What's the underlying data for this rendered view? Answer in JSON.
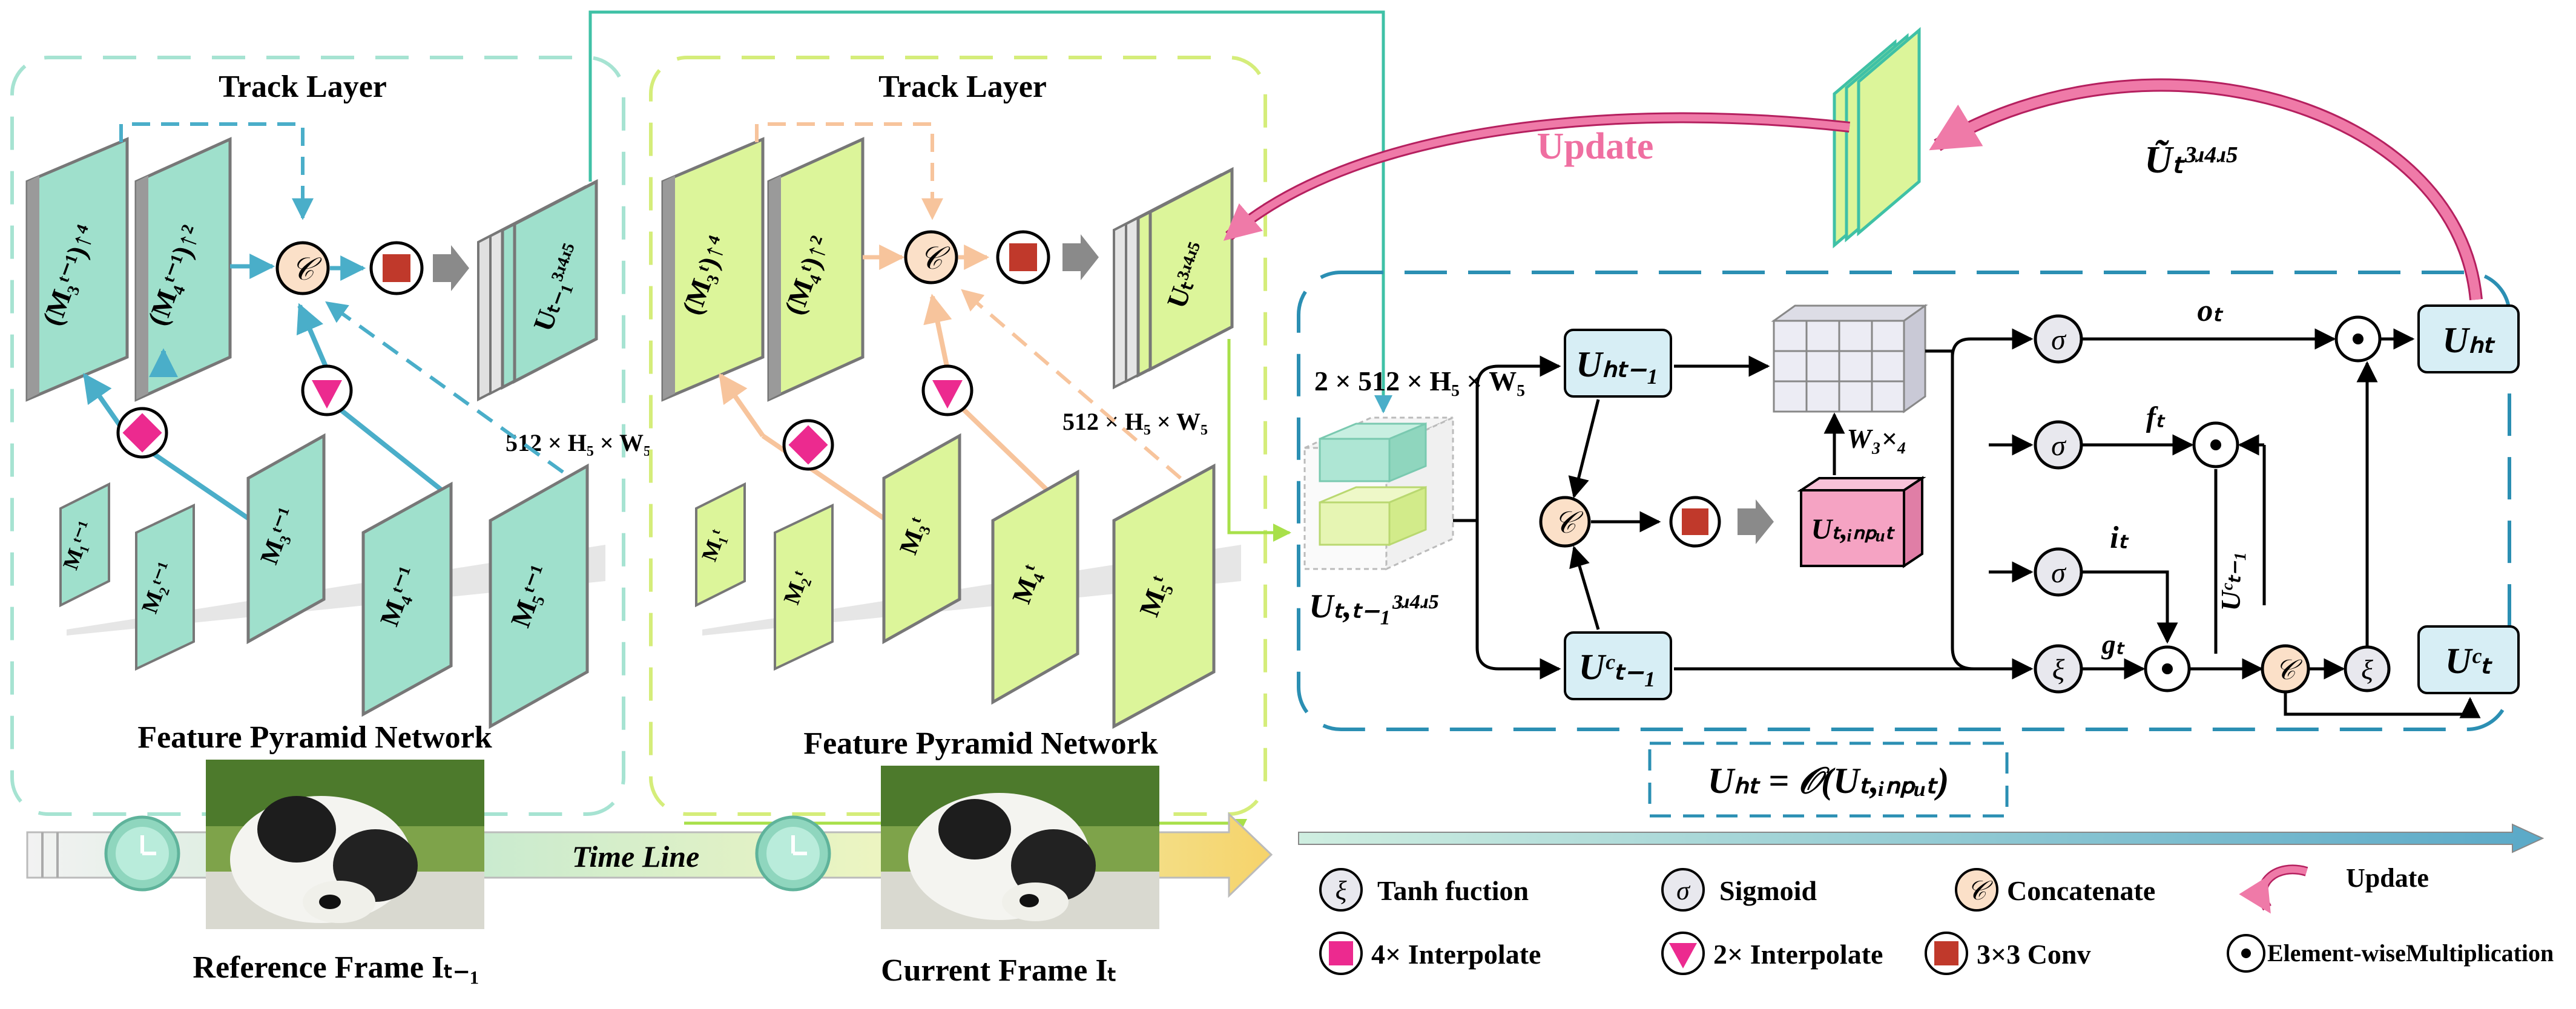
{
  "left_panel": {
    "title": "Track Layer",
    "fpn_title": "Feature Pyramid Network",
    "top_layers": [
      "(M₃ᵗ⁻¹)↑⁴",
      "(M₄ᵗ⁻¹)↑²"
    ],
    "pyramid_labels": [
      "M₁ᵗ⁻¹",
      "M₂ᵗ⁻¹",
      "M₃ᵗ⁻¹",
      "M₄ᵗ⁻¹",
      "M₅ᵗ⁻¹"
    ],
    "output_label": "Uₜ₋₁³ʴ⁴ʴ⁵",
    "dim_label": "512 × H₅ × W₅"
  },
  "middle_panel": {
    "title": "Track Layer",
    "fpn_title": "Feature Pyramid Network",
    "top_layers": [
      "(M₃ᵗ)↑⁴",
      "(M₄ᵗ)↑²"
    ],
    "pyramid_labels": [
      "M₁ᵗ",
      "M₂ᵗ",
      "M₃ᵗ",
      "M₄ᵗ",
      "M₅ᵗ"
    ],
    "output_label": "Uₜ³ʴ⁴ʴ⁵",
    "dim_label": "512 × H₅ × W₅"
  },
  "timeline": {
    "label": "Time Line",
    "reference_caption": "Reference Frame Iₜ₋₁",
    "current_caption": "Current Frame Iₜ"
  },
  "update_block": {
    "update_label": "Update",
    "u_tilde": "Ũₜ³ʴ⁴ʴ⁵",
    "input_dim": "2 × 512 × H₅ × W₅",
    "cube_label": "Uₜ,ₜ₋₁³ʴ⁴ʴ⁵",
    "u_h_prev": "Uₕₜ₋₁",
    "u_c_prev": "Uᶜₜ₋₁",
    "u_input": "Uₜ,ᵢₙₚᵤₜ",
    "weight": "W₃×₄",
    "o_t": "oₜ",
    "f_t": "fₜ",
    "i_t": "iₜ",
    "g_t": "gₜ",
    "u_c_side": "Uᶜₜ₋₁",
    "u_h_out": "Uₕₜ",
    "u_c_out": "Uᶜₜ",
    "formula": "Uₕₜ = 𝒪(Uₜ,ᵢₙₚᵤₜ)"
  },
  "legend": {
    "items": [
      "Tanh fuction",
      "Sigmoid",
      "Concatenate",
      "Update",
      "4× Interpolate",
      "2× Interpolate",
      "3×3 Conv",
      "Element-wiseMultiplication"
    ],
    "symbols": [
      "ξ",
      "σ",
      "𝒞",
      "⊙"
    ]
  },
  "colors": {
    "teal_fill": "#9fe0cc",
    "lime_fill": "#dcf59a",
    "teal_line": "#4aaec9",
    "orange_line": "#f7c49c",
    "magenta": "#ec2a8f",
    "conv": "#c0392b",
    "pink_box": "#f5a3c3",
    "pink_arrow": "#ef7aa8",
    "panel_border": "#2b8fb3"
  }
}
